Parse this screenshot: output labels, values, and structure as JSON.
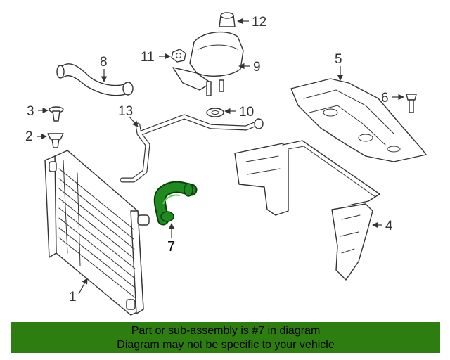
{
  "diagram": {
    "callouts": {
      "c1": "1",
      "c2": "2",
      "c3": "3",
      "c4": "4",
      "c5": "5",
      "c6": "6",
      "c7": "7",
      "c8": "8",
      "c9": "9",
      "c10": "10",
      "c11": "11",
      "c12": "12",
      "c13": "13"
    },
    "highlight_color": "#1f8a1f"
  },
  "banner": {
    "line1": "Part or sub-assembly is #7 in diagram",
    "line2": "Diagram may not be specific to your vehicle",
    "background": "#2e7d10"
  }
}
